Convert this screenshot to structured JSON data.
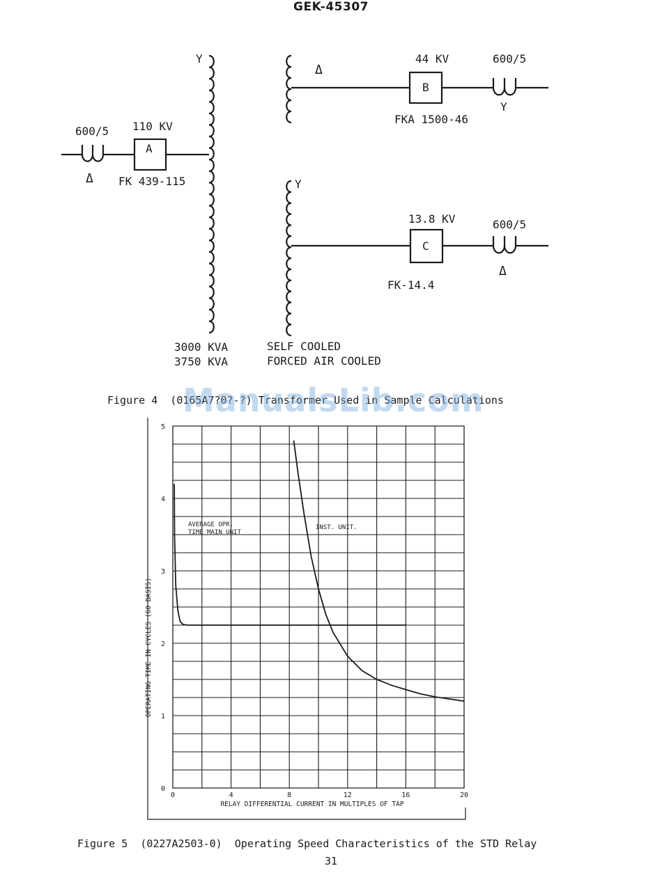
{
  "header": {
    "doc_number": "GEK-45307"
  },
  "figure4": {
    "winding_y_top": "Y",
    "winding_delta": "Δ",
    "winding_y_lower": "Y",
    "breaker_a": {
      "ct_ratio": "600/5",
      "ct_connection": "Δ",
      "voltage": "110 KV",
      "label": "A",
      "type": "FK 439-115"
    },
    "breaker_b": {
      "voltage": "44 KV",
      "label": "B",
      "type": "FKA 1500-46",
      "ct_ratio": "600/5",
      "ct_connection": "Y"
    },
    "breaker_c": {
      "voltage": "13.8 KV",
      "label": "C",
      "type": "FK-14.4",
      "ct_ratio": "600/5",
      "ct_connection": "Δ"
    },
    "rating_1": "3000 KVA",
    "rating_2": "3750 KVA",
    "cooling_1": "SELF COOLED",
    "cooling_2": "FORCED AIR COOLED",
    "caption_prefix": "Figure 4",
    "caption_text": "(0165A7?0?-?)  Transformer Used in Sample Calculations"
  },
  "watermark": "ManualsLib.com",
  "chart_data": {
    "type": "line",
    "xlabel": "RELAY DIFFERENTIAL CURRENT IN MULTIPLES OF TAP",
    "ylabel": "OPERATING TIME IN CYCLES (60 BASIS)",
    "xlim": [
      0,
      20
    ],
    "ylim": [
      0,
      5
    ],
    "x_ticks": [
      "0",
      "4",
      "8",
      "12",
      "16",
      "20"
    ],
    "y_ticks": [
      "0",
      "1",
      "2",
      "3",
      "4",
      "5"
    ],
    "grid": true,
    "series": [
      {
        "name": "AVERAGE OPR. TIME MAIN UNIT",
        "x": [
          0.1,
          0.12,
          0.2,
          0.35,
          0.5,
          0.7,
          1,
          2,
          4,
          8,
          12,
          16
        ],
        "y": [
          4.2,
          3.5,
          2.8,
          2.45,
          2.3,
          2.26,
          2.25,
          2.25,
          2.25,
          2.25,
          2.25,
          2.25
        ]
      },
      {
        "name": "INST. UNIT",
        "x": [
          8.3,
          8.6,
          9,
          9.5,
          10,
          10.5,
          11,
          12,
          13,
          14,
          15,
          16,
          17,
          18,
          19,
          20
        ],
        "y": [
          4.8,
          4.35,
          3.8,
          3.2,
          2.75,
          2.4,
          2.15,
          1.82,
          1.62,
          1.5,
          1.42,
          1.36,
          1.3,
          1.26,
          1.23,
          1.2
        ]
      }
    ]
  },
  "figure5": {
    "caption_prefix": "Figure 5",
    "caption_code": "(0227A2503-0)",
    "caption_text": "Operating Speed Characteristics of the STD Relay"
  },
  "page": {
    "number": "31"
  }
}
